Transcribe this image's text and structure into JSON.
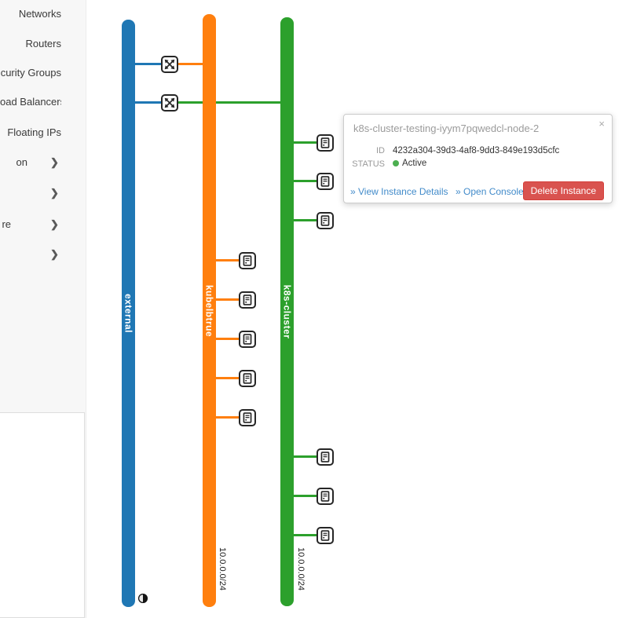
{
  "sidebar": {
    "chevron_icon": "❯",
    "items": [
      {
        "label": "Networks"
      },
      {
        "label": "Routers"
      },
      {
        "label": "curity Groups"
      },
      {
        "label": "oad Balancers"
      },
      {
        "label": "Floating IPs"
      },
      {
        "label": "on",
        "chevron": true
      },
      {
        "label": "",
        "chevron": true
      },
      {
        "label": "re",
        "chevron": true
      },
      {
        "label": "",
        "chevron": true
      }
    ]
  },
  "topology": {
    "networks": [
      {
        "name": "external",
        "color": "#1f77b4",
        "subnet": ""
      },
      {
        "name": "kubelbtrue",
        "color": "#ff7f0e",
        "subnet": "10.0.0.0/24"
      },
      {
        "name": "k8s-cluster",
        "color": "#2ca02c",
        "subnet": "10.0.0.0/24"
      }
    ],
    "router_count": 2,
    "instance_count": 11
  },
  "tooltip": {
    "title": "k8s-cluster-testing-iyym7pqwedcl-node-2",
    "close_label": "×",
    "id_label": "ID",
    "id_value": "4232a304-39d3-4af8-9dd3-849e193d5cfc",
    "status_label": "STATUS",
    "status_value": "Active",
    "status_color": "#4caf50",
    "link_details": "» View Instance Details",
    "link_console": "» Open Console",
    "delete_label": "Delete Instance",
    "danger_color": "#d9534f",
    "link_color": "#428bca"
  }
}
